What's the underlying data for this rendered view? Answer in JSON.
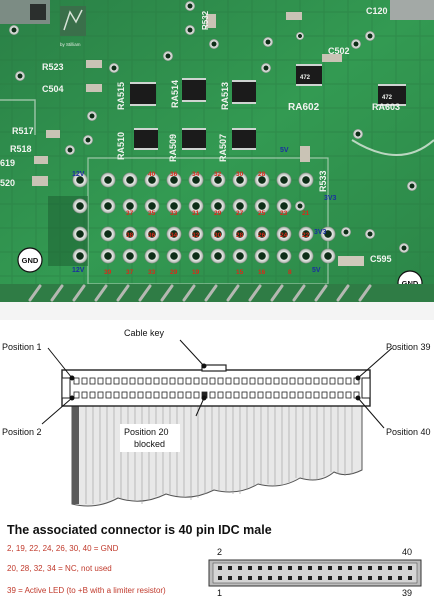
{
  "photo": {
    "logo_text": "by Stilliam",
    "component_labels": [
      "C120",
      "R532",
      "R523",
      "C504",
      "C502",
      "RA515",
      "RA514",
      "RA513",
      "RA602",
      "RA603",
      "R517",
      "R518",
      "619",
      "520",
      "RA510",
      "RA509",
      "RA507",
      "R533",
      "C595",
      "472",
      "472"
    ],
    "voltage_labels": {
      "v12_top": "12V",
      "v12_bottom": "12V",
      "v5_top": "5V",
      "v5_bottom": "5V",
      "v3_top": "3V3",
      "v3_bottom": "3V3",
      "gnd_left": "GND",
      "gnd_right": "GND"
    },
    "pin_numbers": {
      "row_upper": [
        "40",
        "36",
        "34",
        "32",
        "30",
        "28"
      ],
      "row_middle": [
        "37",
        "35",
        "33",
        "31",
        "29",
        "27",
        "25",
        "23",
        "21"
      ],
      "row_lower": [
        "38",
        "36",
        "34",
        "32",
        "30",
        "28",
        "26",
        "24",
        "22"
      ],
      "row_bottom": [
        "39",
        "37",
        "33",
        "29",
        "19",
        "15",
        "16",
        "8"
      ]
    }
  },
  "cable_diagram": {
    "cable_key": "Cable key",
    "position_1": "Position 1",
    "position_2": "Position 2",
    "position_39": "Position 39",
    "position_40": "Position 40",
    "position_20_line1": "Position 20",
    "position_20_line2": "blocked"
  },
  "notes": {
    "heading": "The associated connector is 40 pin IDC male",
    "gnd": "2, 19, 22, 24, 26, 30, 40 = GND",
    "nc": "20, 28, 32, 34 = NC, not used",
    "led": "39 = Active LED (to +B with a limiter resistor)"
  },
  "pin_header": {
    "label_top_left": "2",
    "label_top_right": "40",
    "label_bottom_left": "1",
    "label_bottom_right": "39"
  },
  "colors": {
    "pcb_green": "#2f8a4a",
    "pcb_dark": "#1f6a37",
    "note_red": "#c0392b",
    "voltage_blue": "#1a2fa0",
    "pin_red": "#d82a1a"
  }
}
